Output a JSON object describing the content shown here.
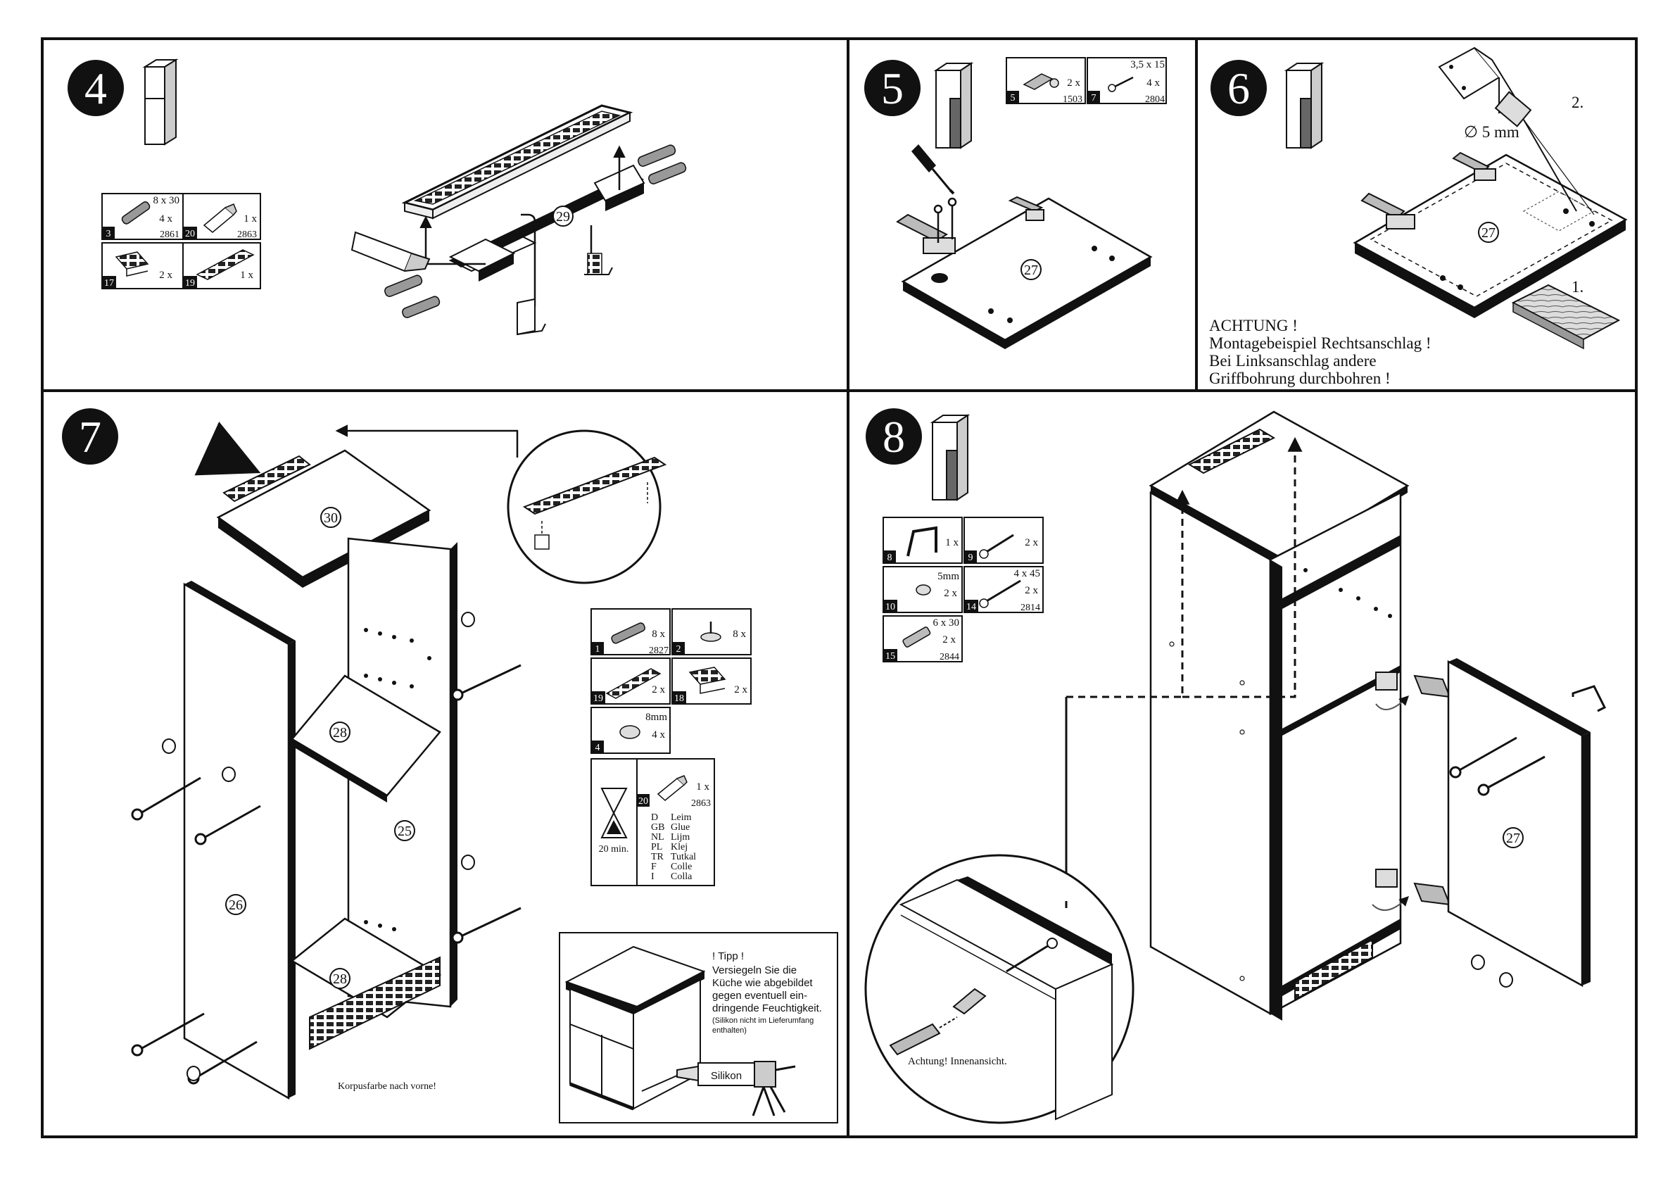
{
  "steps": [
    {
      "number": "4"
    },
    {
      "number": "5"
    },
    {
      "number": "6"
    },
    {
      "number": "7"
    },
    {
      "number": "8"
    }
  ],
  "step4": {
    "parts": [
      {
        "id": "3",
        "size": "8 x 30",
        "qty": "4 x",
        "code": "2861",
        "icon": "dowel-icon"
      },
      {
        "id": "20",
        "size": "",
        "qty": "1 x",
        "code": "2863",
        "icon": "glue-tube-icon"
      },
      {
        "id": "17",
        "size": "",
        "qty": "2 x",
        "code": "",
        "icon": "vent-clip-icon"
      },
      {
        "id": "19",
        "size": "",
        "qty": "1 x",
        "code": "",
        "icon": "vent-grille-icon"
      }
    ],
    "callout": "29"
  },
  "step5": {
    "parts": [
      {
        "id": "5",
        "size": "",
        "qty": "2 x",
        "code": "1503",
        "icon": "hinge-icon"
      },
      {
        "id": "7",
        "size": "3,5 x 15",
        "qty": "4 x",
        "code": "2804",
        "icon": "screw-icon"
      }
    ],
    "callout": "27"
  },
  "step6": {
    "callout": "27",
    "drill_label": "∅ 5 mm",
    "order_1": "1.",
    "order_2": "2.",
    "warning": [
      "ACHTUNG !",
      "Montagebeispiel Rechtsanschlag !",
      "Bei Linksanschlag andere",
      "Griffbohrung durchbohren !"
    ]
  },
  "step7": {
    "callouts": [
      "30",
      "28",
      "25",
      "26",
      "28"
    ],
    "parts": [
      {
        "id": "1",
        "size": "",
        "qty": "8 x",
        "code": "2827",
        "icon": "dowel-icon"
      },
      {
        "id": "2",
        "size": "",
        "qty": "8 x",
        "code": "",
        "icon": "foot-glide-icon"
      },
      {
        "id": "19",
        "size": "",
        "qty": "2 x",
        "code": "",
        "icon": "vent-grille-icon"
      },
      {
        "id": "18",
        "size": "",
        "qty": "2 x",
        "code": "",
        "icon": "vent-clip-icon"
      },
      {
        "id": "4",
        "size": "8mm",
        "qty": "4 x",
        "code": "",
        "icon": "cover-cap-icon"
      }
    ],
    "glue": {
      "id": "20",
      "qty": "1 x",
      "code": "2863",
      "time": "20 min.",
      "langs": [
        {
          "code": "D",
          "word": "Leim"
        },
        {
          "code": "GB",
          "word": "Glue"
        },
        {
          "code": "NL",
          "word": "Lijm"
        },
        {
          "code": "PL",
          "word": "Klej"
        },
        {
          "code": "TR",
          "word": "Tutkal"
        },
        {
          "code": "F",
          "word": "Colle"
        },
        {
          "code": "I",
          "word": "Colla"
        }
      ]
    },
    "note": "Korpusfarbe nach vorne!",
    "tip": {
      "title": "! Tipp !",
      "lines": [
        "Versiegeln Sie die",
        "Küche wie abgebildet",
        "gegen eventuell ein-",
        "dringende Feuchtigkeit."
      ],
      "small": [
        "(Silikon nicht im Lieferumfang",
        "enthalten)"
      ],
      "gun_label": "Silikon"
    }
  },
  "step8": {
    "parts": [
      {
        "id": "8",
        "size": "",
        "qty": "1 x",
        "code": "",
        "icon": "handle-icon"
      },
      {
        "id": "9",
        "size": "",
        "qty": "2 x",
        "code": "",
        "icon": "screw-icon"
      },
      {
        "id": "10",
        "size": "5mm",
        "qty": "2 x",
        "code": "",
        "icon": "cover-cap-icon"
      },
      {
        "id": "14",
        "size": "4 x 45",
        "qty": "2 x",
        "code": "2814",
        "icon": "screw-icon"
      },
      {
        "id": "15",
        "size": "6 x 30",
        "qty": "2 x",
        "code": "2844",
        "icon": "wall-plug-icon"
      }
    ],
    "callout": "27",
    "detail_note": "Achtung! Innenansicht."
  }
}
